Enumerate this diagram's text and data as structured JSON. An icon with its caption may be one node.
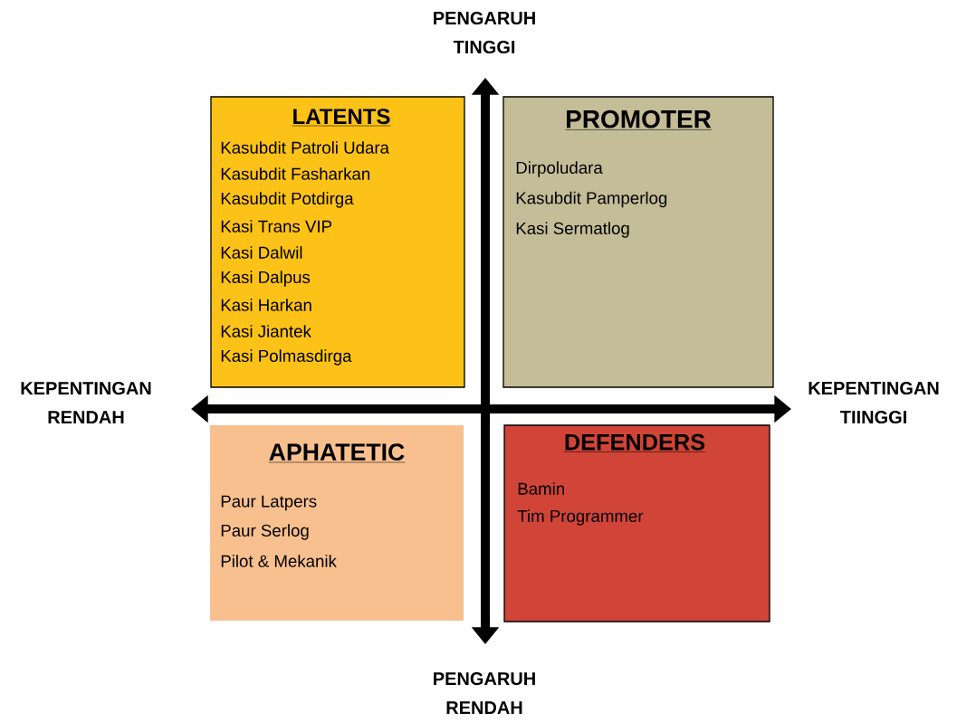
{
  "diagram": {
    "nodes": [
      {
        "text": [
          "LATENTS",
          "Kasubdit Patroli Udara",
          "Kasubdit Fasharkan",
          "Kasubdit Potdirga",
          "Kasi Trans VIP",
          "Kasi Dalwil",
          "Kasi Dalpus",
          "Kasi Harkan",
          "Kasi Jiantek",
          "Kasi Polmasdirga"
        ]
      },
      {
        "text": [
          "PROMOTER",
          "Dirpoludara",
          "Kasubdit Pamperlog",
          "Kasi Sermatlog"
        ]
      },
      {
        "text": [
          "APHATETIC",
          "Paur Latpers",
          "Paur Serlog",
          "Pilot & Mekanik"
        ]
      },
      {
        "text": [
          "DEFENDERS",
          "Bamin",
          "Tim Programmer"
        ]
      }
    ],
    "labels": [
      "PENGARUH TINGGI",
      "KEPENTINGAN RENDAH",
      "KEPENTINGAN TIINGGI",
      "PENGARUH RENDAH"
    ]
  }
}
